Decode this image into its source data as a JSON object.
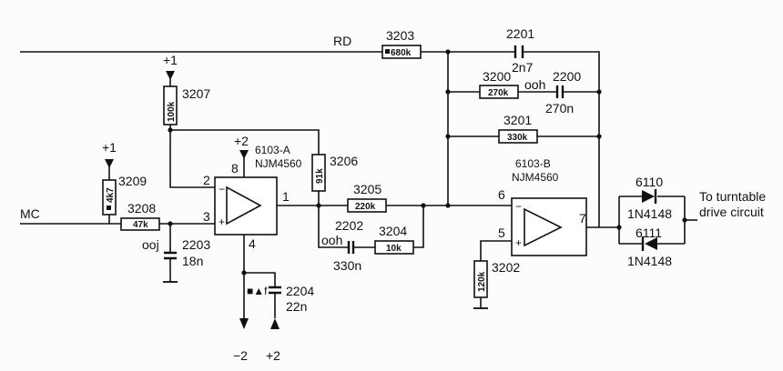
{
  "nets": {
    "rd": "RD",
    "mc": "MC",
    "output": "To turntable drive circuit",
    "output_line1": "To turntable",
    "output_line2": "drive circuit"
  },
  "supplies": {
    "plus1_a": "+1",
    "plus1_b": "+1",
    "plus2_ic": "+2",
    "plus2_bottom": "+2",
    "minus2": "−2"
  },
  "opamp_a": {
    "ref": "6103-A",
    "part": "NJM4560",
    "pin_in_inv": "2",
    "pin_in_noninv": "3",
    "pin_out": "1",
    "pin_vplus": "8",
    "pin_vminus": "4"
  },
  "opamp_b": {
    "ref": "6103-B",
    "part": "NJM4560",
    "pin_in_inv": "6",
    "pin_in_noninv": "5",
    "pin_out": "7"
  },
  "resistors": {
    "r3203": {
      "ref": "3203",
      "value": "680k"
    },
    "r3207": {
      "ref": "3207",
      "value": "100k"
    },
    "r3209": {
      "ref": "3209",
      "value": "4k7"
    },
    "r3208": {
      "ref": "3208",
      "value": "47k"
    },
    "r3206": {
      "ref": "3206",
      "value": "91k"
    },
    "r3205": {
      "ref": "3205",
      "value": "220k"
    },
    "r3204": {
      "ref": "3204",
      "value": "10k"
    },
    "r3200": {
      "ref": "3200",
      "value": "270k"
    },
    "r3201": {
      "ref": "3201",
      "value": "330k"
    },
    "r3202": {
      "ref": "3202",
      "value": "120k"
    }
  },
  "capacitors": {
    "c2201": {
      "ref": "2201",
      "value": "2n7"
    },
    "c2200": {
      "ref": "2200",
      "value": "270n",
      "tag": "ooh"
    },
    "c2202": {
      "ref": "2202",
      "value": "330n",
      "tag": "ooh"
    },
    "c2203": {
      "ref": "2203",
      "value": "18n",
      "tag": "ooj"
    },
    "c2204": {
      "ref": "2204",
      "value": "22n",
      "tag": "■▲f"
    }
  },
  "diodes": {
    "d6110": {
      "ref": "6110",
      "part": "1N4148"
    },
    "d6111": {
      "ref": "6111",
      "part": "1N4148"
    }
  }
}
